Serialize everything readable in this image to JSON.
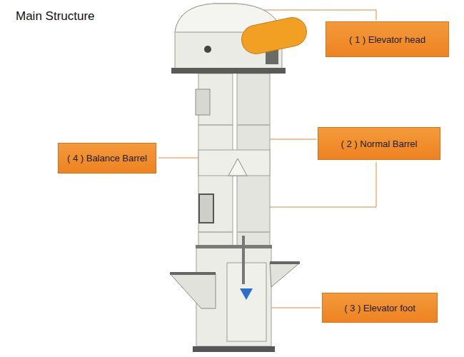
{
  "diagram": {
    "title": "Main Structure",
    "nodes": [
      {
        "text": [
          "( 1 ) Elevator head"
        ]
      },
      {
        "text": [
          "( 2 ) Normal Barrel"
        ]
      },
      {
        "text": [
          "( 4 ) Balance Barrel"
        ]
      },
      {
        "text": [
          "( 3 ) Elevator foot"
        ]
      }
    ]
  }
}
